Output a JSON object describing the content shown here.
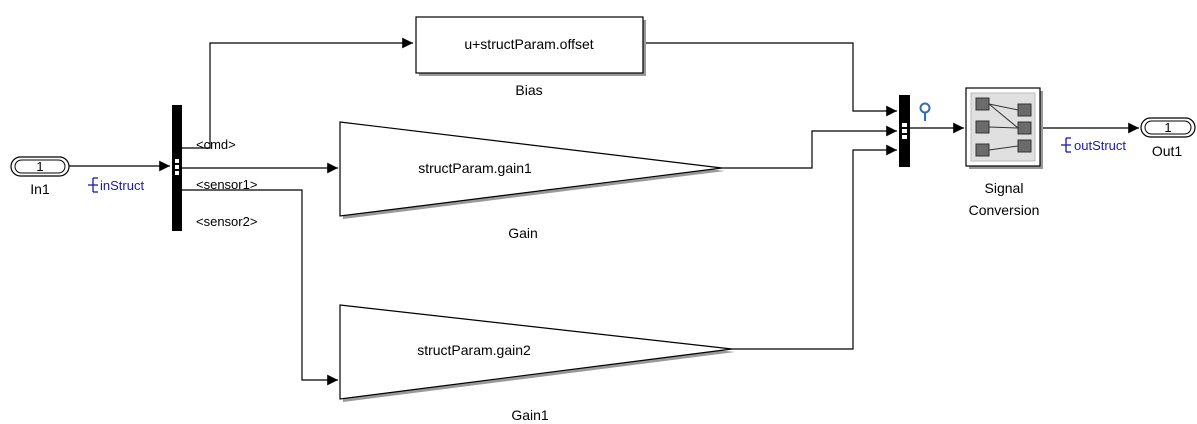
{
  "inport": {
    "number": "1",
    "name": "In1"
  },
  "outport": {
    "number": "1",
    "name": "Out1"
  },
  "signal_labels": {
    "in": "inStruct",
    "out": "outStruct"
  },
  "bus_selector": {
    "outputs": [
      "<cmd>",
      "<sensor1>",
      "<sensor2>"
    ]
  },
  "bias": {
    "expression": "u+structParam.offset",
    "name": "Bias"
  },
  "gain": {
    "expression": "structParam.gain1",
    "name": "Gain"
  },
  "gain1": {
    "expression": "structParam.gain2",
    "name": "Gain1"
  },
  "signal_conversion": {
    "name_line1": "Signal",
    "name_line2": "Conversion"
  },
  "colors": {
    "wire": "#000000",
    "bus_marker": "#1a1aa6",
    "test_point": "#2f6fb5",
    "block_shadow": "#999999",
    "conversion_fill": "#e0e0e0",
    "conversion_port": "#6b6b6b"
  }
}
